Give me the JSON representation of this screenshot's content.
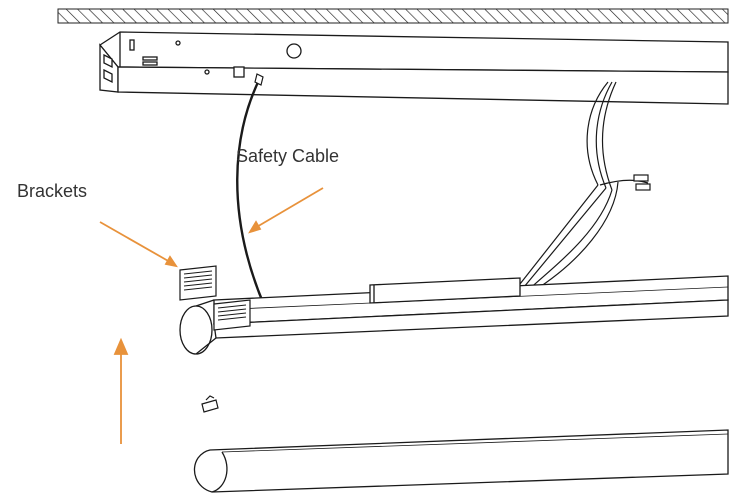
{
  "labels": {
    "safety_cable": "Safety Cable",
    "brackets": "Brackets"
  },
  "colors": {
    "arrow": "#E8923B",
    "line": "#1a1a1a"
  },
  "icons": [
    "ceiling-hatch",
    "mounting-channel",
    "safety-cable",
    "bracket",
    "light-fixture-body",
    "driver-box",
    "lens-diffuser",
    "arrow-up"
  ]
}
